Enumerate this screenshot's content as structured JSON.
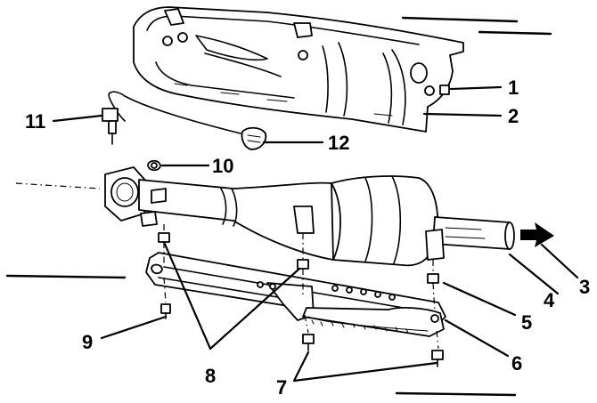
{
  "callouts": {
    "c1": "1",
    "c2": "2",
    "c3": "3",
    "c4": "4",
    "c5": "5",
    "c6": "6",
    "c7": "7",
    "c8": "8",
    "c9": "9",
    "c10": "10",
    "c11": "11",
    "c12": "12"
  },
  "icons": {
    "flow_arrow": "arrow-right-icon"
  },
  "colors": {
    "ink": "#000000",
    "paper": "#ffffff"
  }
}
